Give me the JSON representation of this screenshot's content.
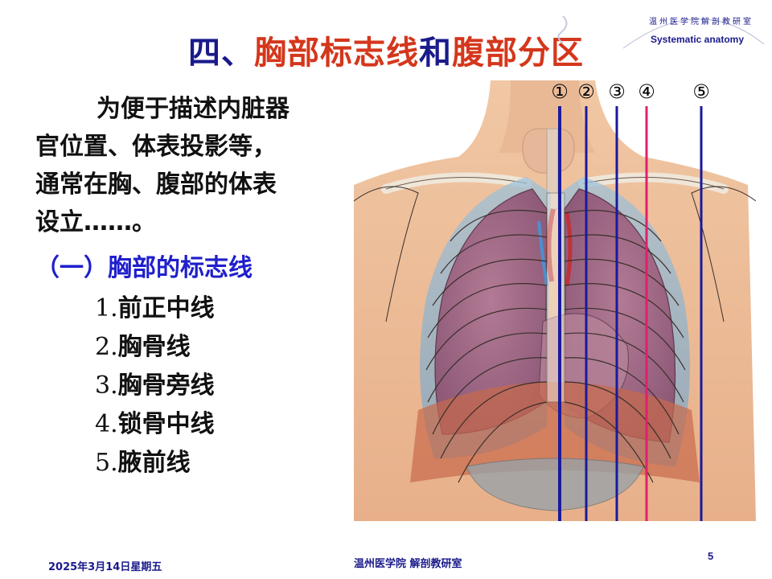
{
  "title": {
    "prefix": "四、",
    "part1": "胸部标志线",
    "mid": "和",
    "part2": "腹部分区"
  },
  "logo": {
    "chinese": "温州医学院解剖教研室",
    "english": "Systematic anatomy"
  },
  "paragraph": {
    "lines": [
      "为便于描述内脏器",
      "官位置、体表投影等，",
      "通常在胸、腹部的体表",
      "设立……。"
    ]
  },
  "section_heading": "（一）胸部的标志线",
  "list": [
    {
      "num": "1.",
      "text": "前正中线"
    },
    {
      "num": "2.",
      "text": "胸骨线"
    },
    {
      "num": "3.",
      "text": "胸骨旁线"
    },
    {
      "num": "4.",
      "text": "锁骨中线"
    },
    {
      "num": "5.",
      "text": "腋前线"
    }
  ],
  "figure": {
    "line_markers": [
      "①",
      "②",
      "③",
      "④",
      "⑤"
    ],
    "line_colors": [
      "#1a1a9c",
      "#1a1a9c",
      "#1a1a9c",
      "#e0206a",
      "#1a1a9c"
    ]
  },
  "footer": {
    "date": "2025年3月14日星期五",
    "center": "温州医学院  解剖教研室",
    "page": "5"
  }
}
